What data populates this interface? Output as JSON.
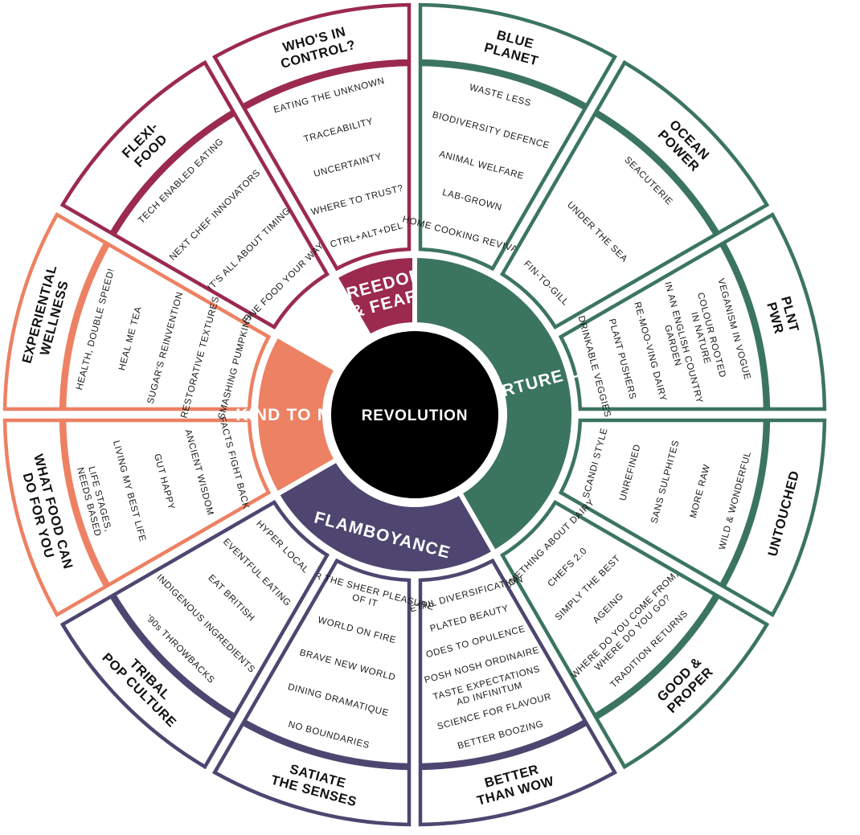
{
  "center": {
    "label": "REVOLUTION"
  },
  "themes": [
    {
      "key": "freedom",
      "lines": [
        "FREEDOM",
        "& FEAR"
      ],
      "color": "#9b2a4e"
    },
    {
      "key": "nurture",
      "lines": [
        "NURTURE US"
      ],
      "color": "#3b7560"
    },
    {
      "key": "flamboyance",
      "lines": [
        "FLAMBOYANCE"
      ],
      "color": "#4e4670"
    },
    {
      "key": "kind",
      "lines": [
        "KIND TO ME"
      ],
      "color": "#ed8163"
    }
  ],
  "segments": [
    {
      "theme": "freedom",
      "name": [
        "WHO'S IN",
        "CONTROL?"
      ],
      "items": [
        "EATING THE UNKNOWN",
        "TRACEABILITY",
        "UNCERTAINTY",
        "WHERE TO TRUST?",
        "CTRL+ALT+DEL"
      ]
    },
    {
      "theme": "nurture",
      "name": [
        "BLUE",
        "PLANET"
      ],
      "items": [
        "WASTE LESS",
        "BIODIVERSITY DEFENCE",
        "ANIMAL WELFARE",
        "LAB-GROWN",
        "HOME COOKING REVIVAL"
      ]
    },
    {
      "theme": "nurture",
      "name": [
        "OCEAN",
        "POWER"
      ],
      "items": [
        "SEACUTERIE",
        "UNDER THE SEA",
        "FIN-TO-GILL"
      ]
    },
    {
      "theme": "nurture",
      "name": [
        "PLNT",
        "PWR"
      ],
      "items": [
        "VEGANISM IN VOGUE",
        "COLOUR ROOTED IN NATURE",
        "IN AN ENGLISH COUNTRY GARDEN",
        "RE-MOO-VING DAIRY",
        "PLANT PUSHERS",
        "DRINKABLE VEGGIES"
      ]
    },
    {
      "theme": "nurture",
      "name": [
        "UNTOUCHED"
      ],
      "items": [
        "SCANDI STYLE",
        "UNREFINED",
        "SANS SULPHITES",
        "MORE RAW",
        "WILD & WONDERFUL"
      ]
    },
    {
      "theme": "nurture",
      "name": [
        "GOOD &",
        "PROPER"
      ],
      "items": [
        "SOMETHING ABOUT DAIRY",
        "CHEFS 2.0",
        "SIMPLY THE BEST",
        "AGEING",
        "WHERE DO YOU COME FROM, WHERE DO YOU GO?",
        "TRADITION RETURNS"
      ]
    },
    {
      "theme": "flamboyance",
      "name": [
        "BETTER",
        "THAN WOW"
      ],
      "items": [
        "RETAIL DIVERSIFICATION",
        "PLATED BEAUTY",
        "ODES TO OPULENCE",
        "POSH NOSH ORDINAIRE",
        "TASTE EXPECTATIONS AD INFINITUM",
        "SCIENCE FOR FLAVOUR",
        "BETTER BOOZING"
      ]
    },
    {
      "theme": "flamboyance",
      "name": [
        "SATIATE",
        "THE SENSES"
      ],
      "items": [
        "FOR THE SHEER PLEASURE OF IT",
        "WORLD ON FIRE",
        "BRAVE NEW WORLD",
        "DINING DRAMATIQUE",
        "NO BOUNDARIES"
      ]
    },
    {
      "theme": "flamboyance",
      "name": [
        "TRIBAL",
        "POP CULTURE"
      ],
      "items": [
        "HYPER LOCAL",
        "EVENTFUL EATING",
        "EAT BRITISH",
        "INDIGENOUS INGREDIENTS",
        "'90s THROWBACKS"
      ]
    },
    {
      "theme": "kind",
      "name": [
        "WHAT FOOD CAN",
        "DO FOR YOU"
      ],
      "items": [
        "FACTS FIGHT BACK",
        "ANCIENT WISDOM",
        "GUT HAPPY",
        "LIVING MY BEST LIFE",
        "LIFE STAGES, NEEDS BASED"
      ]
    },
    {
      "theme": "kind",
      "name": [
        "EXPERIENTIAL",
        "WELLNESS"
      ],
      "items": [
        "HEALTH, DOUBLE SPEED!",
        "HEAL ME TEA",
        "SUGAR'S REINVENTION",
        "RESTORATIVE TEXTURES",
        "SMASHING PUMPKINS"
      ]
    },
    {
      "theme": "freedom",
      "name": [
        "FLEXI-",
        "FOOD"
      ],
      "items": [
        "TECH ENABLED EATING",
        "NEXT CHEF INNOVATORS",
        "IT'S ALL ABOUT TIMING",
        "FINE FOOD YOUR WAY"
      ]
    }
  ]
}
